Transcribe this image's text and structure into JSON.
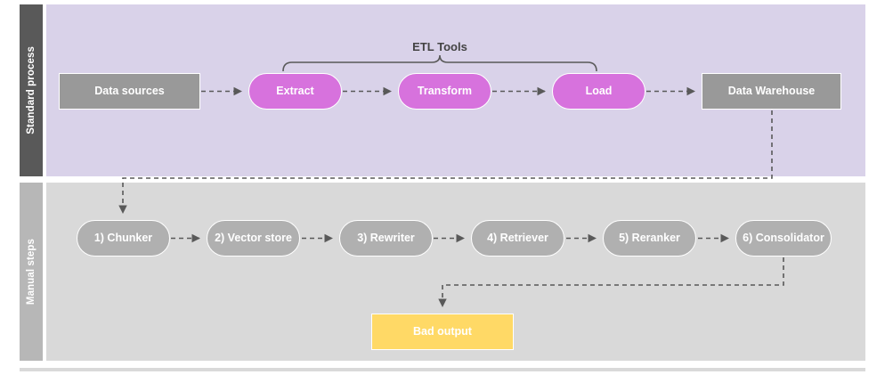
{
  "diagram": {
    "lanes": [
      {
        "id": "standard-process",
        "label": "Standard process",
        "body_color": "#d9d2e9",
        "header_color": "#595959"
      },
      {
        "id": "manual-steps",
        "label": "Manual steps",
        "body_color": "#d9d9d9",
        "header_color": "#b7b7b7"
      }
    ],
    "bracket": {
      "label": "ETL Tools"
    },
    "standard_process_nodes": [
      {
        "id": "data-sources",
        "label": "Data sources",
        "shape": "rect",
        "color": "#999999"
      },
      {
        "id": "extract",
        "label": "Extract",
        "shape": "pill",
        "color": "#d772dd"
      },
      {
        "id": "transform",
        "label": "Transform",
        "shape": "pill",
        "color": "#d772dd"
      },
      {
        "id": "load",
        "label": "Load",
        "shape": "pill",
        "color": "#d772dd"
      },
      {
        "id": "data-warehouse",
        "label": "Data Warehouse",
        "shape": "rect",
        "color": "#999999"
      }
    ],
    "manual_steps_nodes": [
      {
        "id": "chunker",
        "label": "1) Chunker",
        "shape": "pill",
        "color": "#b0b0b0"
      },
      {
        "id": "vector-store",
        "label": "2) Vector store",
        "shape": "pill",
        "color": "#b0b0b0"
      },
      {
        "id": "rewriter",
        "label": "3) Rewriter",
        "shape": "pill",
        "color": "#b0b0b0"
      },
      {
        "id": "retriever",
        "label": "4) Retriever",
        "shape": "pill",
        "color": "#b0b0b0"
      },
      {
        "id": "reranker",
        "label": "5) Reranker",
        "shape": "pill",
        "color": "#b0b0b0"
      },
      {
        "id": "consolidator",
        "label": "6) Consolidator",
        "shape": "pill",
        "color": "#b0b0b0"
      }
    ],
    "output_node": {
      "id": "bad-output",
      "label": "Bad output",
      "shape": "rect",
      "color": "#ffd966"
    },
    "connector_color": "#595959"
  }
}
